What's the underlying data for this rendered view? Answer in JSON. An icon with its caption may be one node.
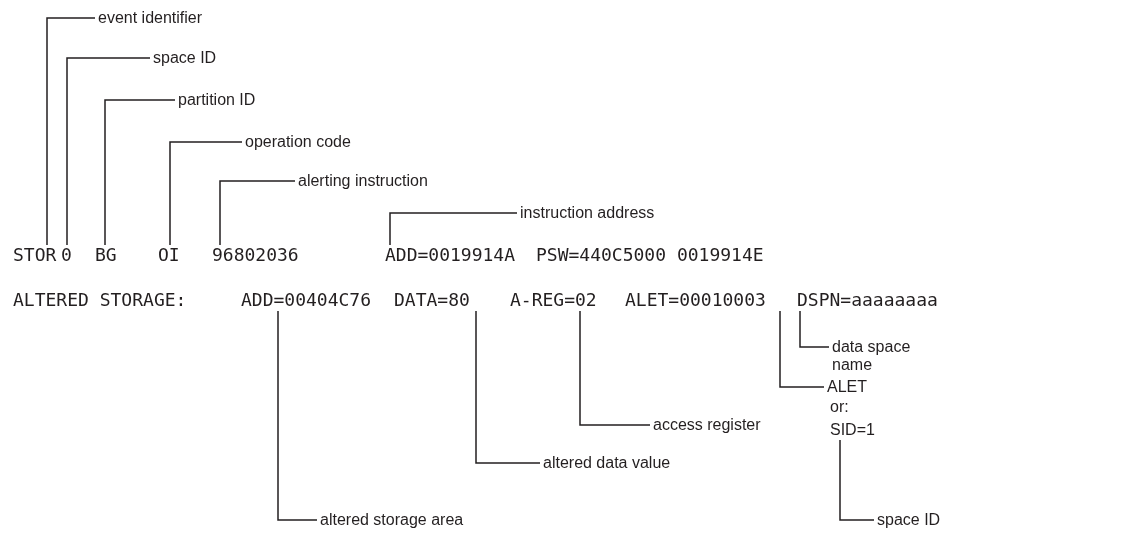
{
  "diagram": {
    "nodes": [
      {
        "text": [
          "event identifier"
        ]
      },
      {
        "text": [
          "space ID"
        ]
      },
      {
        "text": [
          "partition ID"
        ]
      },
      {
        "text": [
          "operation code"
        ]
      },
      {
        "text": [
          "alerting instruction"
        ]
      },
      {
        "text": [
          "instruction address"
        ]
      },
      {
        "text": [
          "STOR"
        ]
      },
      {
        "text": [
          "0"
        ]
      },
      {
        "text": [
          "BG"
        ]
      },
      {
        "text": [
          "OI"
        ]
      },
      {
        "text": [
          "96802036"
        ]
      },
      {
        "text": [
          "ADD=0019914A"
        ]
      },
      {
        "text": [
          "ADD=00404C76"
        ]
      },
      {
        "text": [
          "DATA=80"
        ]
      },
      {
        "text": [
          "A-REG=02"
        ]
      },
      {
        "text": [
          "ALET=00010003"
        ]
      },
      {
        "text": [
          "DSPN=aaaaaaaa"
        ]
      },
      {
        "text": [
          "data space name"
        ]
      },
      {
        "text": [
          "ALET"
        ]
      },
      {
        "text": [
          "access register"
        ]
      },
      {
        "text": [
          "altered data value"
        ]
      },
      {
        "text": [
          "altered storage area"
        ]
      },
      {
        "text": [
          "SID=1"
        ]
      },
      {
        "text": [
          "space ID"
        ]
      }
    ],
    "edges": [
      {
        "from": 0,
        "to": 6,
        "arrow": "none"
      },
      {
        "from": 1,
        "to": 7,
        "arrow": "none"
      },
      {
        "from": 2,
        "to": 8,
        "arrow": "none"
      },
      {
        "from": 3,
        "to": 9,
        "arrow": "none"
      },
      {
        "from": 4,
        "to": 10,
        "arrow": "none"
      },
      {
        "from": 5,
        "to": 11,
        "arrow": "none"
      },
      {
        "from": 17,
        "to": 16,
        "arrow": "none"
      },
      {
        "from": 18,
        "to": 15,
        "arrow": "none"
      },
      {
        "from": 19,
        "to": 14,
        "arrow": "none"
      },
      {
        "from": 20,
        "to": 13,
        "arrow": "none"
      },
      {
        "from": 21,
        "to": 12,
        "arrow": "none"
      },
      {
        "from": 23,
        "to": 22,
        "arrow": "none"
      }
    ],
    "labels": [
      "PSW=440C5000 0019914E",
      "ALTERED STORAGE:",
      "or:"
    ]
  }
}
